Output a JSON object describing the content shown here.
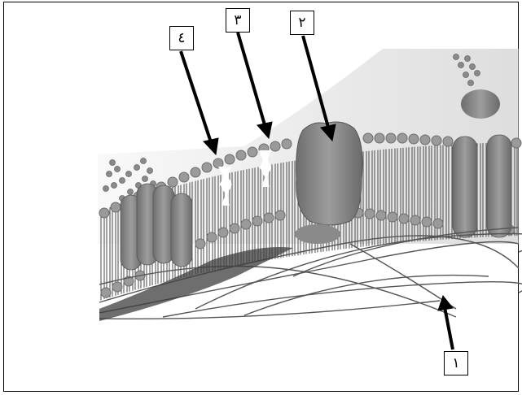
{
  "figure": {
    "labels": [
      {
        "id": "1",
        "text": "١"
      },
      {
        "id": "2",
        "text": "٢"
      },
      {
        "id": "3",
        "text": "٣"
      },
      {
        "id": "4",
        "text": "٤"
      }
    ]
  },
  "colors": {
    "background": "#ffffff",
    "cytoplasm": "#bdbdbd",
    "lipid_head": "#9a9a9a",
    "protein": "#7f7f7f",
    "fiber": "#555555",
    "arrow": "#000000"
  }
}
